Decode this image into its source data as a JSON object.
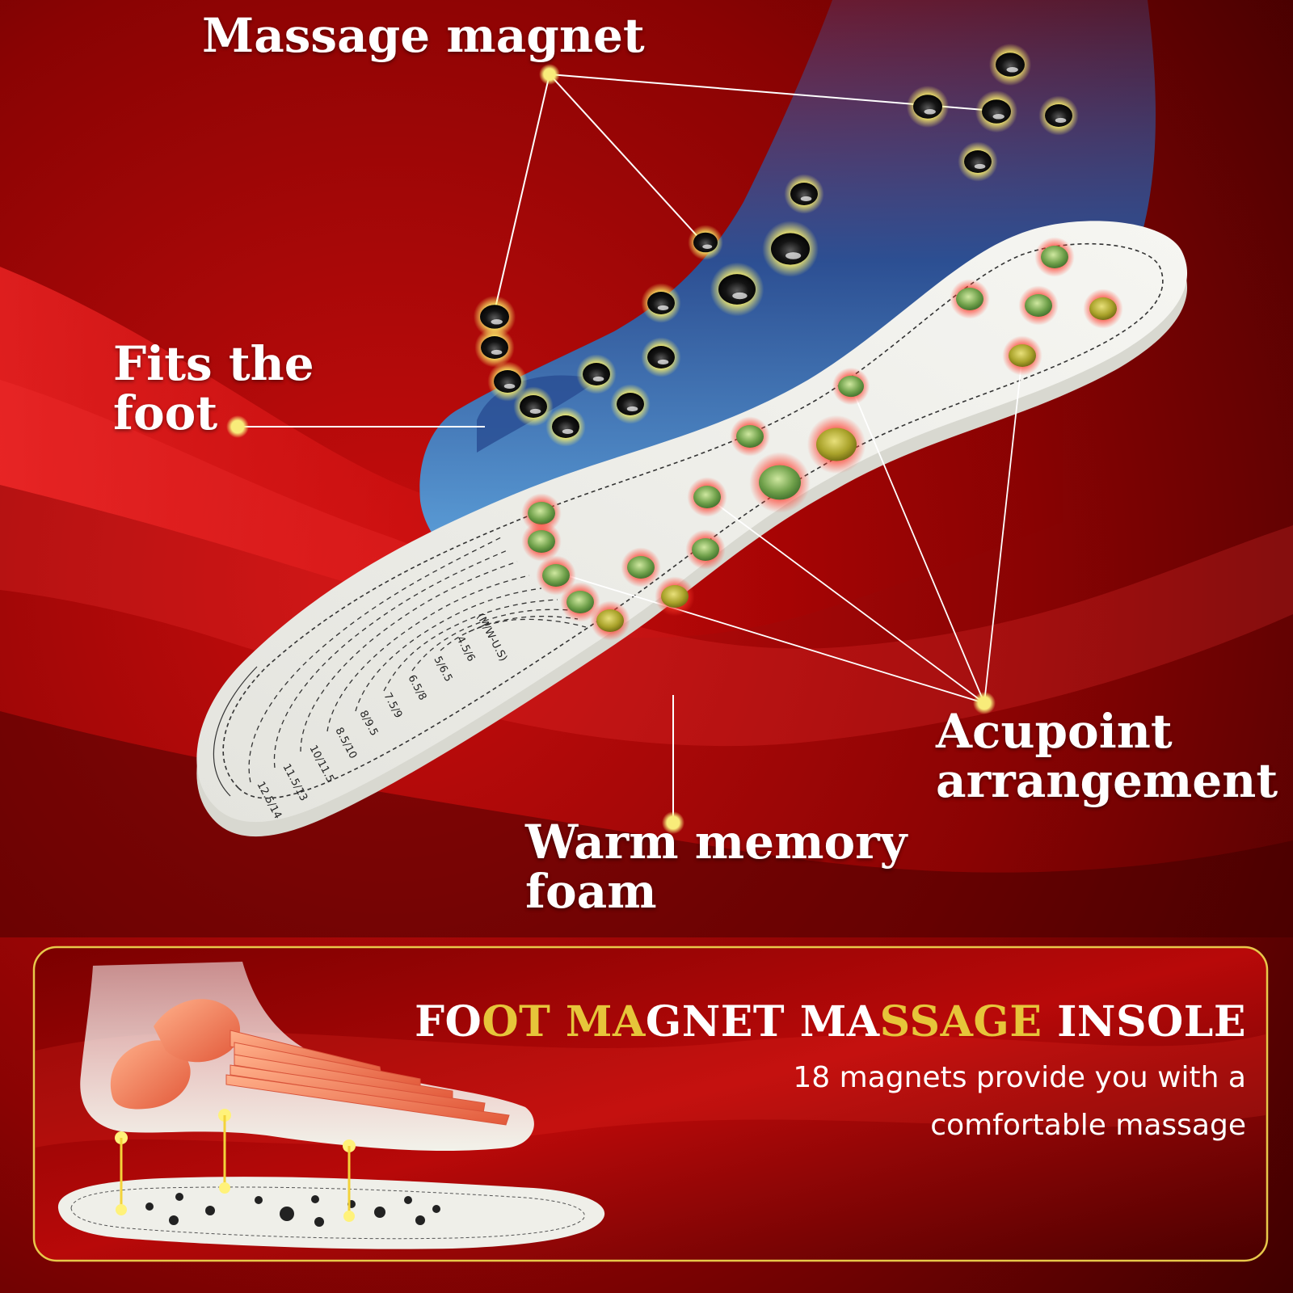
{
  "labels": {
    "massage_magnet": "Massage magnet",
    "fits_the_foot_line1": "Fits the",
    "fits_the_foot_line2": "foot",
    "acupoint_line1": "Acupoint",
    "acupoint_line2": "arrangement",
    "foam_line1": "Warm memory",
    "foam_line2": "foam"
  },
  "size_marks": [
    "(M/W-U.S)",
    "4.5/6",
    "5/6.5",
    "6.5/8",
    "7.5/9",
    "8/9.5",
    "8.5/10",
    "10/11.5",
    "11.5/13",
    "12.5/14"
  ],
  "panel": {
    "title_parts": [
      {
        "text": "FO",
        "style": "white"
      },
      {
        "text": "OT MA",
        "style": "gold"
      },
      {
        "text": "GNET MA",
        "style": "white"
      },
      {
        "text": "SSAGE",
        "style": "gold"
      },
      {
        "text": " INSOLE",
        "style": "white"
      }
    ],
    "subtitle_line1": "18 magnets provide you with a",
    "subtitle_line2": "comfortable massage"
  },
  "colors": {
    "background_dark": "#5a0000",
    "background_bright": "#e01414",
    "callout_dot": "#f6e66a",
    "title_gold": "#e6c53a",
    "panel_border": "#e8c84a",
    "insole": "#efefe9",
    "foot_blue": "#2b5aa8"
  },
  "icons": {
    "magnet_bead": "black-bead-icon",
    "acupoint_bead": "green-bead-icon",
    "callout_dot": "yellow-dot-icon"
  }
}
